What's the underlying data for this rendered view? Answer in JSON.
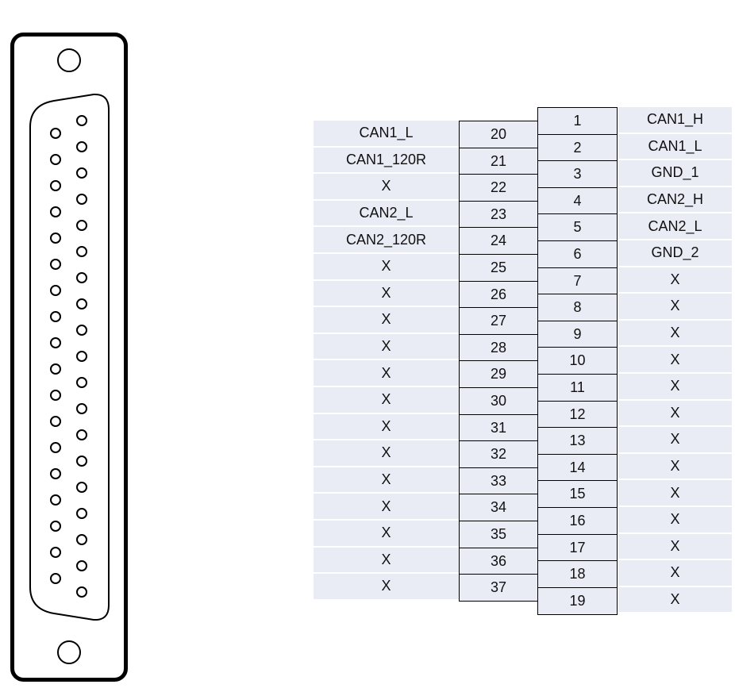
{
  "title": "DB37 connector pinout",
  "colors": {
    "cell_fill": "#e9ebf5",
    "outline": "#000000"
  },
  "connector": {
    "row_top_pin_count": 19,
    "row_bottom_pin_count": 18
  },
  "pins_top_row": [
    {
      "pin": "1",
      "signal": "CAN1_H"
    },
    {
      "pin": "2",
      "signal": "CAN1_L"
    },
    {
      "pin": "3",
      "signal": "GND_1"
    },
    {
      "pin": "4",
      "signal": "CAN2_H"
    },
    {
      "pin": "5",
      "signal": "CAN2_L"
    },
    {
      "pin": "6",
      "signal": "GND_2"
    },
    {
      "pin": "7",
      "signal": "X"
    },
    {
      "pin": "8",
      "signal": "X"
    },
    {
      "pin": "9",
      "signal": "X"
    },
    {
      "pin": "10",
      "signal": "X"
    },
    {
      "pin": "11",
      "signal": "X"
    },
    {
      "pin": "12",
      "signal": "X"
    },
    {
      "pin": "13",
      "signal": "X"
    },
    {
      "pin": "14",
      "signal": "X"
    },
    {
      "pin": "15",
      "signal": "X"
    },
    {
      "pin": "16",
      "signal": "X"
    },
    {
      "pin": "17",
      "signal": "X"
    },
    {
      "pin": "18",
      "signal": "X"
    },
    {
      "pin": "19",
      "signal": "X"
    }
  ],
  "pins_bottom_row": [
    {
      "pin": "20",
      "signal": "CAN1_L"
    },
    {
      "pin": "21",
      "signal": "CAN1_120R"
    },
    {
      "pin": "22",
      "signal": "X"
    },
    {
      "pin": "23",
      "signal": "CAN2_L"
    },
    {
      "pin": "24",
      "signal": "CAN2_120R"
    },
    {
      "pin": "25",
      "signal": "X"
    },
    {
      "pin": "26",
      "signal": "X"
    },
    {
      "pin": "27",
      "signal": "X"
    },
    {
      "pin": "28",
      "signal": "X"
    },
    {
      "pin": "29",
      "signal": "X"
    },
    {
      "pin": "30",
      "signal": "X"
    },
    {
      "pin": "31",
      "signal": "X"
    },
    {
      "pin": "32",
      "signal": "X"
    },
    {
      "pin": "33",
      "signal": "X"
    },
    {
      "pin": "34",
      "signal": "X"
    },
    {
      "pin": "35",
      "signal": "X"
    },
    {
      "pin": "36",
      "signal": "X"
    },
    {
      "pin": "37",
      "signal": "X"
    }
  ]
}
